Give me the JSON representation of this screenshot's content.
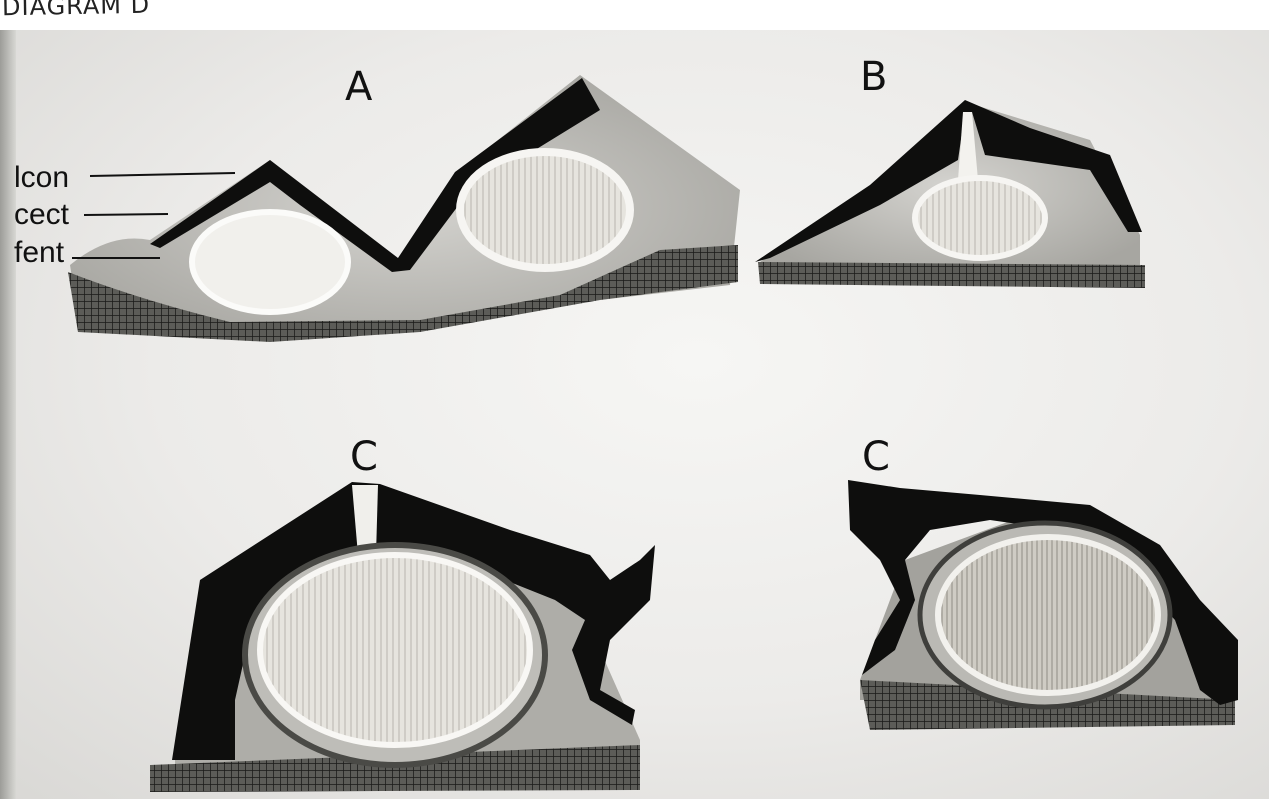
{
  "caption": "DIAGRAM D",
  "panels": {
    "a": {
      "letter": "A"
    },
    "b": {
      "letter": "B"
    },
    "c_left": {
      "letter": "C"
    },
    "c_right": {
      "letter": "C"
    }
  },
  "labels": [
    "lcon",
    "cect",
    "fent"
  ]
}
